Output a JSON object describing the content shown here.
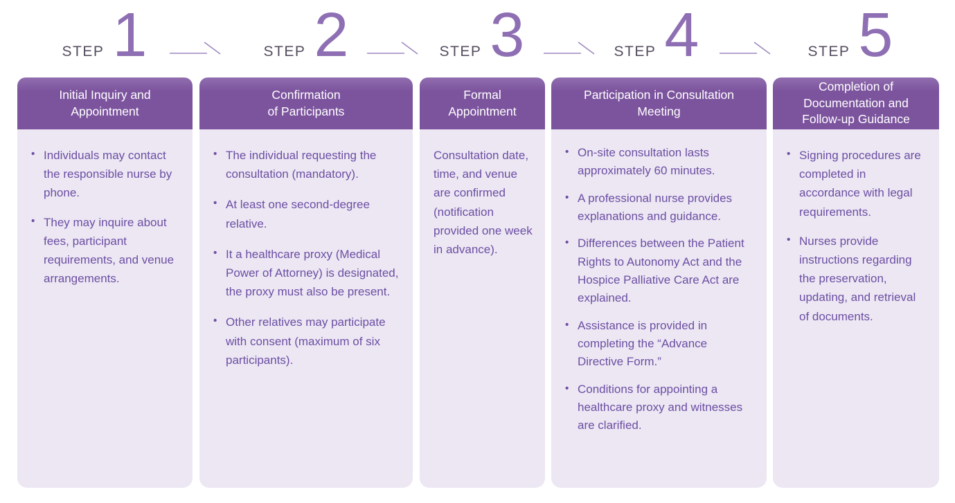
{
  "colors": {
    "header_bar": "#7c549e",
    "body_panel": "#ece7f3",
    "body_text": "#6c4ea3",
    "step_number": "#8f6fb3",
    "step_label": "#554d5f",
    "arrow": "#9e87c0",
    "header_text": "#ffffff",
    "page_background": "#ffffff"
  },
  "steps": [
    {
      "label": "STEP",
      "number": "1",
      "title": "Initial Inquiry and\nAppointment",
      "bullets": [
        "Individuals may contact the responsible nurse by phone.",
        "They may inquire about fees, participant requirements, and venue arrangements."
      ]
    },
    {
      "label": "STEP",
      "number": "2",
      "title": "Confirmation\nof Participants",
      "bullets": [
        "The individual requesting the consultation (mandatory).",
        "At least one second-degree relative.",
        "It a healthcare proxy (Medical Power of Attorney) is designated, the proxy must also be present.",
        "Other relatives may participate with consent (maximum of six participants)."
      ]
    },
    {
      "label": "STEP",
      "number": "3",
      "title": "Formal\nAppointment",
      "bullets": [
        "Consultation date, time, and venue are confirmed (notification provided one week in advance)."
      ]
    },
    {
      "label": "STEP",
      "number": "4",
      "title": "Participation in Consultation\nMeeting",
      "bullets": [
        "On-site consultation lasts approximately 60 minutes.",
        "A professional nurse provides explanations and guidance.",
        "Differences between the Patient Rights to Autonomy Act and the Hospice Palliative Care Act are explained.",
        "Assistance is provided in completing the “Advance Directive Form.”",
        "Conditions for appointing a healthcare proxy and witnesses are clarified."
      ]
    },
    {
      "label": "STEP",
      "number": "5",
      "title": "Completion of\nDocumentation and\nFollow-up Guidance",
      "bullets": [
        "Signing procedures are completed in accordance with legal requirements.",
        "Nurses provide instructions regarding the preservation, updating, and retrieval of documents."
      ]
    }
  ]
}
